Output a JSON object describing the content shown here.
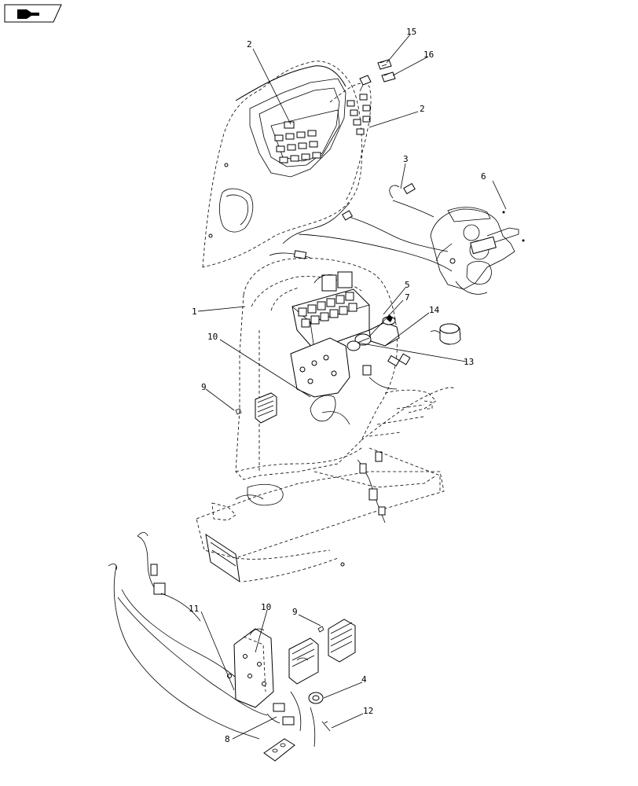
{
  "nav_icon": {
    "name": "back-arrow-icon"
  },
  "page_marker": "",
  "callouts": [
    {
      "id": "c2a",
      "label": "2"
    },
    {
      "id": "c15",
      "label": "15"
    },
    {
      "id": "c16",
      "label": "16"
    },
    {
      "id": "c2b",
      "label": "2"
    },
    {
      "id": "c3",
      "label": "3"
    },
    {
      "id": "c6",
      "label": "6"
    },
    {
      "id": "c5",
      "label": "5"
    },
    {
      "id": "c7",
      "label": "7"
    },
    {
      "id": "c14",
      "label": "14"
    },
    {
      "id": "c1",
      "label": "1"
    },
    {
      "id": "c10a",
      "label": "10"
    },
    {
      "id": "c13",
      "label": "13"
    },
    {
      "id": "c9a",
      "label": "9"
    },
    {
      "id": "c11",
      "label": "11"
    },
    {
      "id": "c10b",
      "label": "10"
    },
    {
      "id": "c9b",
      "label": "9"
    },
    {
      "id": "c4",
      "label": "4"
    },
    {
      "id": "c12",
      "label": "12"
    },
    {
      "id": "c8",
      "label": "8"
    }
  ]
}
